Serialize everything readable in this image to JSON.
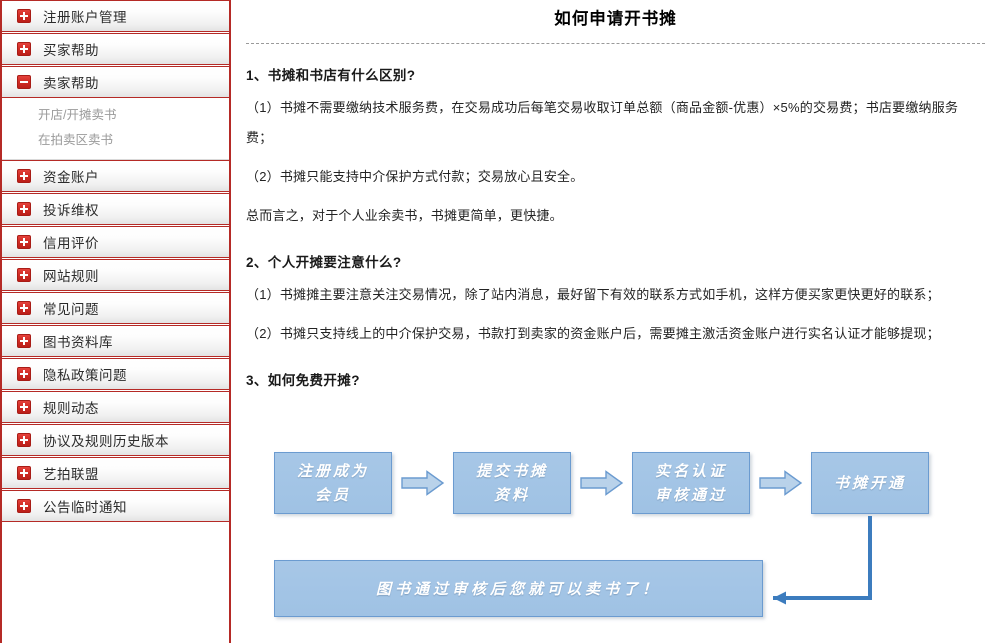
{
  "sidebar": {
    "items": [
      {
        "label": "注册账户管理",
        "icon": "plus-icon",
        "expanded": false
      },
      {
        "label": "买家帮助",
        "icon": "plus-icon",
        "expanded": false
      },
      {
        "label": "卖家帮助",
        "icon": "minus-icon",
        "expanded": true,
        "children": [
          "开店/开摊卖书",
          "在拍卖区卖书"
        ]
      },
      {
        "label": "资金账户",
        "icon": "plus-icon",
        "expanded": false
      },
      {
        "label": "投诉维权",
        "icon": "plus-icon",
        "expanded": false
      },
      {
        "label": "信用评价",
        "icon": "plus-icon",
        "expanded": false
      },
      {
        "label": "网站规则",
        "icon": "plus-icon",
        "expanded": false
      },
      {
        "label": "常见问题",
        "icon": "plus-icon",
        "expanded": false
      },
      {
        "label": "图书资料库",
        "icon": "plus-icon",
        "expanded": false
      },
      {
        "label": "隐私政策问题",
        "icon": "plus-icon",
        "expanded": false
      },
      {
        "label": "规则动态",
        "icon": "plus-icon",
        "expanded": false
      },
      {
        "label": "协议及规则历史版本",
        "icon": "plus-icon",
        "expanded": false
      },
      {
        "label": "艺拍联盟",
        "icon": "plus-icon",
        "expanded": false
      },
      {
        "label": "公告临时通知",
        "icon": "plus-icon",
        "expanded": false
      }
    ],
    "accent_color": "#b52a26"
  },
  "article": {
    "title": "如何申请开书摊",
    "sections": [
      {
        "heading": "1、书摊和书店有什么区别?",
        "paragraphs": [
          "（1）书摊不需要缴纳技术服务费，在交易成功后每笔交易收取订单总额（商品金额-优惠）×5%的交易费；书店要缴纳服务费；",
          "（2）书摊只能支持中介保护方式付款；交易放心且安全。",
          "总而言之，对于个人业余卖书，书摊更简单，更快捷。"
        ]
      },
      {
        "heading": "2、个人开摊要注意什么?",
        "paragraphs": [
          "（1）书摊摊主要注意关注交易情况，除了站内消息，最好留下有效的联系方式如手机，这样方便买家更快更好的联系；",
          "（2）书摊只支持线上的中介保护交易，书款打到卖家的资金账户后，需要摊主激活资金账户进行实名认证才能够提现；"
        ]
      },
      {
        "heading": "3、如何免费开摊?",
        "paragraphs": []
      }
    ]
  },
  "flowchart": {
    "box_fill": "#a3c4e4",
    "box_border": "#6b9bd0",
    "connector_color": "#3c7cbe",
    "steps": [
      {
        "lines": [
          "注册成为",
          "会员"
        ]
      },
      {
        "lines": [
          "提交书摊",
          "资料"
        ]
      },
      {
        "lines": [
          "实名认证",
          "审核通过"
        ]
      },
      {
        "lines": [
          "书摊开通"
        ]
      }
    ],
    "result": {
      "lines": [
        "图书通过审核后您就可以卖书了！"
      ]
    }
  }
}
